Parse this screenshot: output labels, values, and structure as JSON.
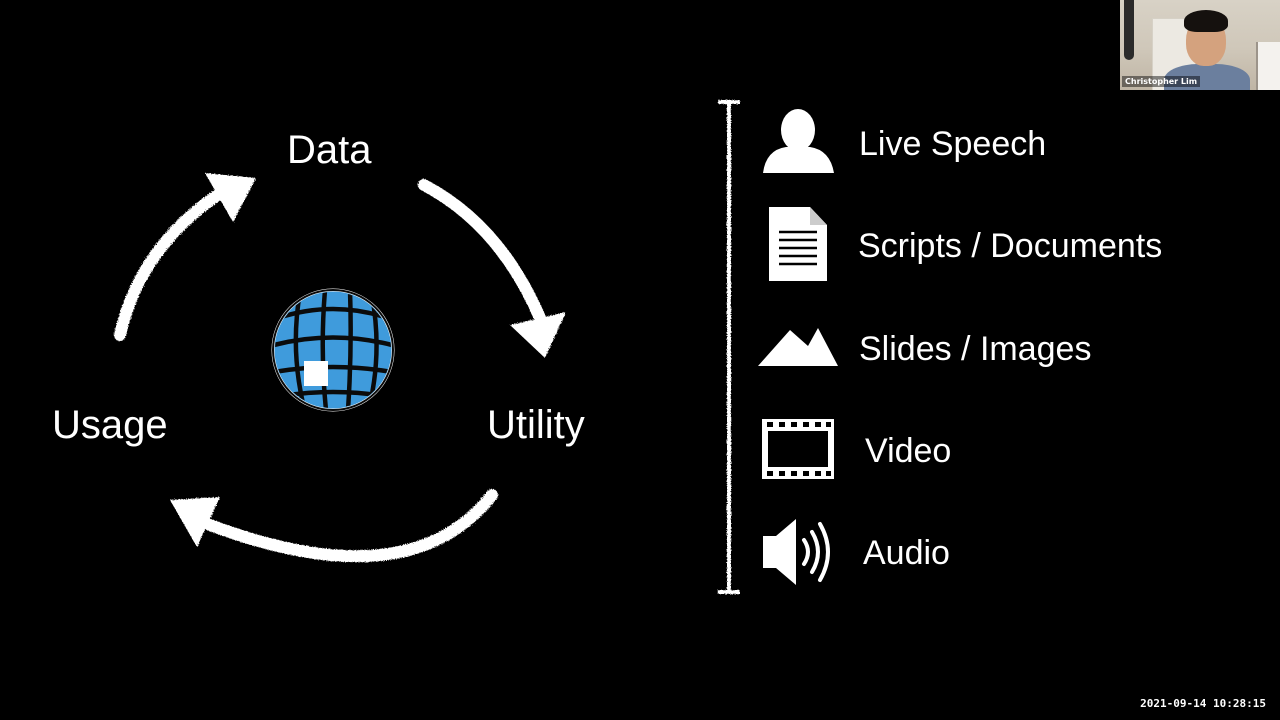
{
  "slide": {
    "cycle": {
      "data_label": "Data",
      "usage_label": "Usage",
      "utility_label": "Utility"
    },
    "sources": [
      {
        "label": "Live Speech",
        "icon": "person-silhouette-icon"
      },
      {
        "label": "Scripts / Documents",
        "icon": "document-icon"
      },
      {
        "label": "Slides / Images",
        "icon": "mountains-icon"
      },
      {
        "label": "Video",
        "icon": "film-strip-icon"
      },
      {
        "label": "Audio",
        "icon": "speaker-icon"
      }
    ],
    "colors": {
      "background": "#000000",
      "foreground": "#ffffff",
      "globe_blue": "#3f9bdc"
    }
  },
  "video_call": {
    "participant_name": "Christopher Lim"
  },
  "recording": {
    "timestamp": "2021-09-14 10:28:15"
  }
}
